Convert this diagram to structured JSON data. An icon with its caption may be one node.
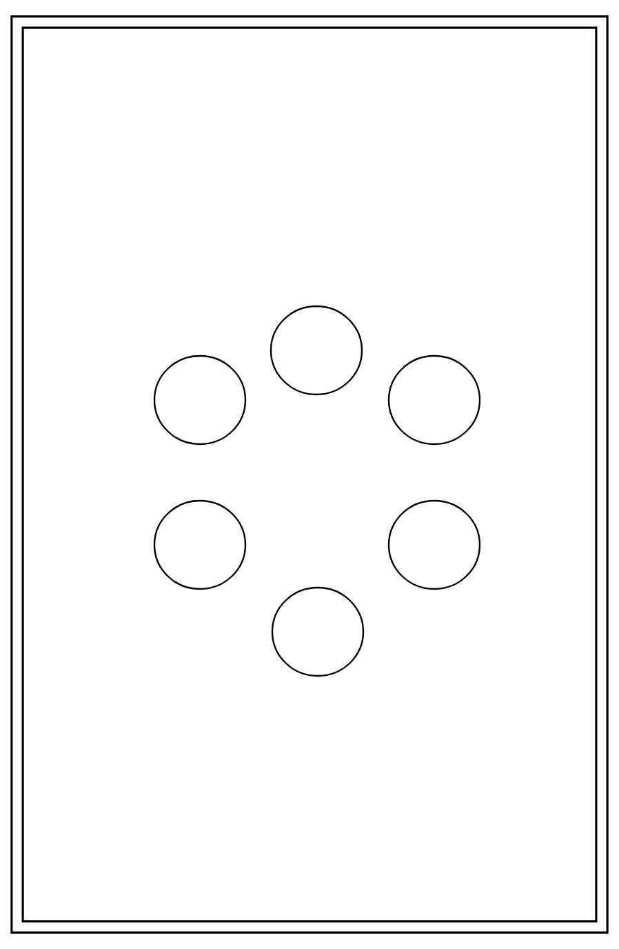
{
  "diagram": {
    "nodes": [
      {
        "text": [],
        "shape": "box"
      },
      {
        "text": [],
        "shape": "circle",
        "in": 0
      },
      {
        "text": [],
        "shape": "circle",
        "in": 0
      },
      {
        "text": [],
        "shape": "circle",
        "in": 0
      },
      {
        "text": [],
        "shape": "circle",
        "in": 0
      },
      {
        "text": [],
        "shape": "circle",
        "in": 0
      },
      {
        "text": [],
        "shape": "circle",
        "in": 0
      }
    ]
  }
}
